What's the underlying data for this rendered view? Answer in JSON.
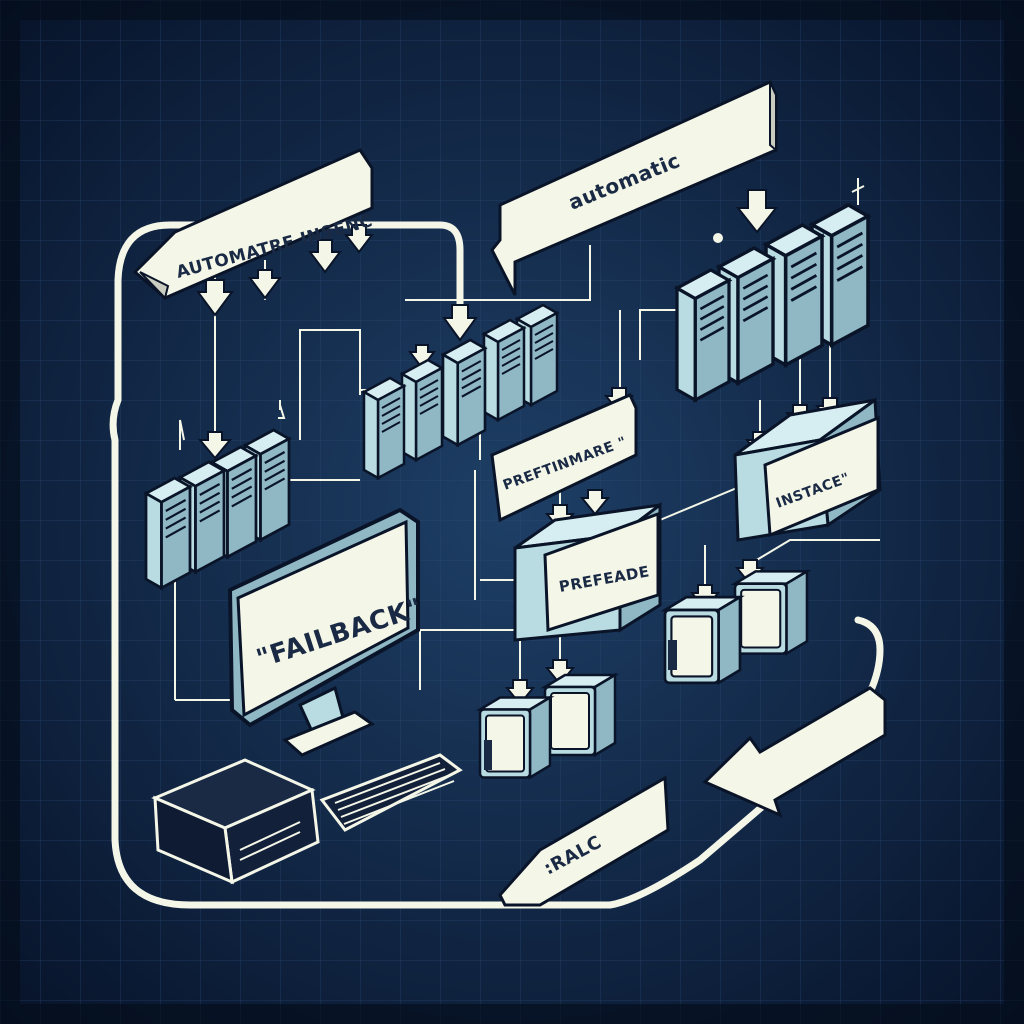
{
  "colors": {
    "background_center": "#1e3f66",
    "background_edge": "#07132a",
    "grid_line": "#2e4f7a",
    "line": "#f4f6e8",
    "label_fill": "#f4f6e8",
    "label_text": "#1a2a44",
    "server_front": "#b9dbe2",
    "server_top": "#d6eef2",
    "server_side": "#8fb8c4",
    "outline": "#0a1428"
  },
  "labels": {
    "top_left_banner": "AUTOMATRE INSENC",
    "top_banner": "automatic",
    "middle_label": "PREFTINMARE \"",
    "center_box": "PREFEADE",
    "right_box": "INSTACE\"",
    "monitor_screen": "\"FAILBACK\"",
    "bottom_banner": ":RALC"
  },
  "icons": {
    "servers": "server-rack-icon",
    "monitor": "monitor-icon",
    "keyboard": "keyboard-icon",
    "arrows": "arrow-icon"
  }
}
